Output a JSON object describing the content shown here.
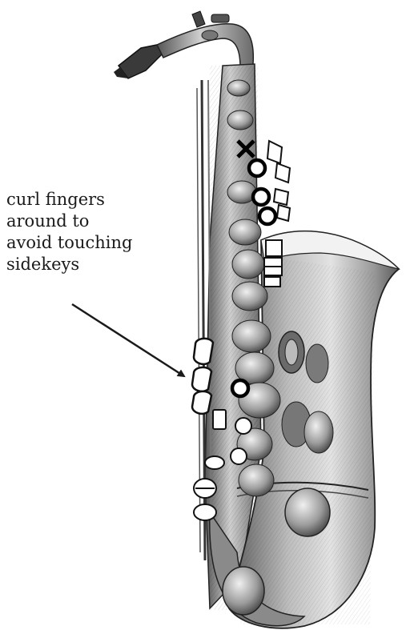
{
  "annotation": {
    "lines": [
      "curl fingers",
      "around to",
      "avoid touching",
      "sidekeys"
    ]
  },
  "colors": {
    "ink": "#1a1a1a",
    "body_dark": "#4a4a4a",
    "body_mid": "#8c8c8c",
    "body_light": "#d9d9d9",
    "marker": "#000000",
    "paper": "#ffffff"
  },
  "fingering": {
    "octave_key": "closed",
    "left_hand": [
      "closed",
      "closed",
      "closed"
    ],
    "right_hand": [
      "closed",
      "open",
      "open"
    ]
  },
  "icons": {
    "octave_marker": "x-mark-icon",
    "closed_key": "filled-circle-icon",
    "open_key": "open-circle-icon"
  }
}
